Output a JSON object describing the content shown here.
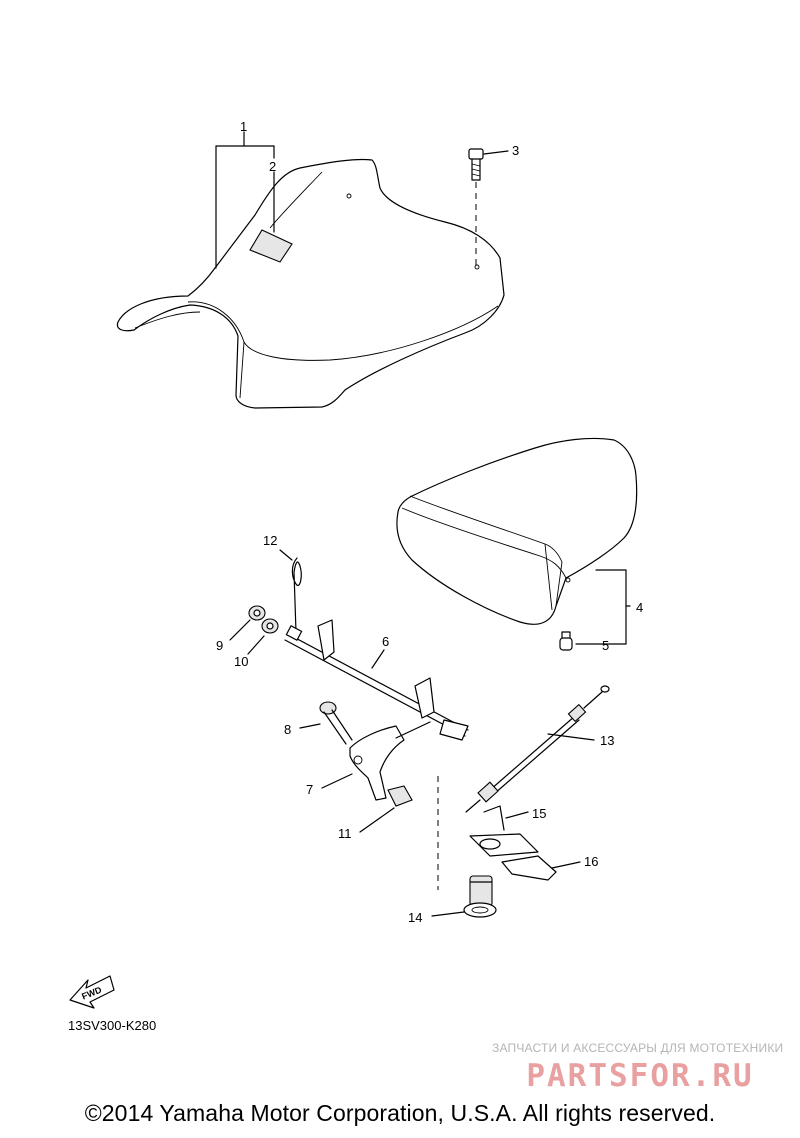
{
  "diagram": {
    "code": "13SV300-K280",
    "fwd_label": "FWD",
    "callouts": [
      {
        "id": "1",
        "label": "1"
      },
      {
        "id": "2",
        "label": "2"
      },
      {
        "id": "3",
        "label": "3"
      },
      {
        "id": "4",
        "label": "4"
      },
      {
        "id": "5",
        "label": "5"
      },
      {
        "id": "6",
        "label": "6"
      },
      {
        "id": "7",
        "label": "7"
      },
      {
        "id": "8",
        "label": "8"
      },
      {
        "id": "9",
        "label": "9"
      },
      {
        "id": "10",
        "label": "10"
      },
      {
        "id": "11",
        "label": "11"
      },
      {
        "id": "12",
        "label": "12"
      },
      {
        "id": "13",
        "label": "13"
      },
      {
        "id": "14",
        "label": "14"
      },
      {
        "id": "15",
        "label": "15"
      },
      {
        "id": "16",
        "label": "16"
      }
    ]
  },
  "watermark": {
    "tagline": "ЗАПЧАСТИ И АКСЕССУАРЫ ДЛЯ МОТОТЕХНИКИ",
    "logo_text": "PARTSFOR.RU",
    "color": "#e8a0a0"
  },
  "footer": {
    "copyright": "©2014 Yamaha Motor Corporation, U.S.A. All rights reserved."
  }
}
